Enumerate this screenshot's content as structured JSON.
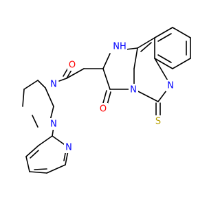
{
  "molecule": {
    "atom_labels": {
      "nh": "NH",
      "n_imid": "N",
      "n_quin": "N",
      "s_thione": "S",
      "o_ring": "O",
      "o_amide": "O",
      "n_pip1": "N",
      "n_pip2": "N",
      "n_pyr": "N"
    },
    "colors": {
      "bond": "#000000",
      "nitrogen": "#0000ff",
      "oxygen": "#ff0000",
      "sulfur": "#b8a000"
    }
  }
}
